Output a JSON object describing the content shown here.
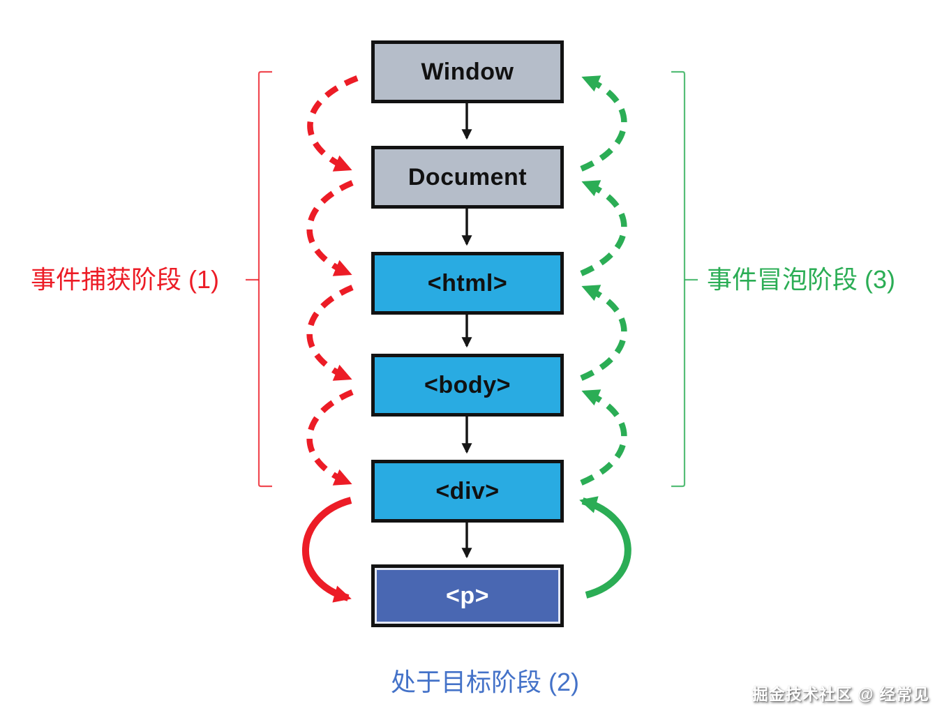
{
  "diagram": {
    "description": "DOM event flow diagram: capture phase, target phase, bubble phase",
    "nodes": [
      {
        "label": "Window",
        "fill": "gray"
      },
      {
        "label": "Document",
        "fill": "gray"
      },
      {
        "label": "<html>",
        "fill": "light_blue"
      },
      {
        "label": "<body>",
        "fill": "light_blue"
      },
      {
        "label": "<div>",
        "fill": "light_blue"
      },
      {
        "label": "<p>",
        "fill": "dark_blue"
      }
    ],
    "edges": {
      "tree_arrows": [
        "Window→Document",
        "Document→<html>",
        "<html>→<body>",
        "<body>→<div>",
        "<div>→<p>"
      ],
      "capture_arrows": [
        "Window→Document",
        "Document→<html>",
        "<html>→<body>",
        "<body>→<div>",
        "<div>→<p>"
      ],
      "bubble_arrows": [
        "<p>→<div>",
        "<div>→<body>",
        "<body>→<html>",
        "<html>→Document",
        "Document→Window"
      ]
    },
    "phases": {
      "capture": {
        "label": "事件捕获阶段 (1)",
        "side": "left",
        "style": "red dashed arrows"
      },
      "target": {
        "label": "处于目标阶段 (2)",
        "side": "bottom",
        "style": "solid arrows into <p>"
      },
      "bubble": {
        "label": "事件冒泡阶段 (3)",
        "side": "right",
        "style": "green dashed arrows"
      }
    },
    "watermark": "掘金技术社区 @ 经常见",
    "colors": {
      "red": "#EC1C26",
      "green": "#2BAD55",
      "light_blue": "#29ABE2",
      "gray": "#B5BDC9",
      "dark_blue": "#4967B2",
      "label_blue": "#4472C8",
      "arrow_black": "#161616"
    }
  }
}
